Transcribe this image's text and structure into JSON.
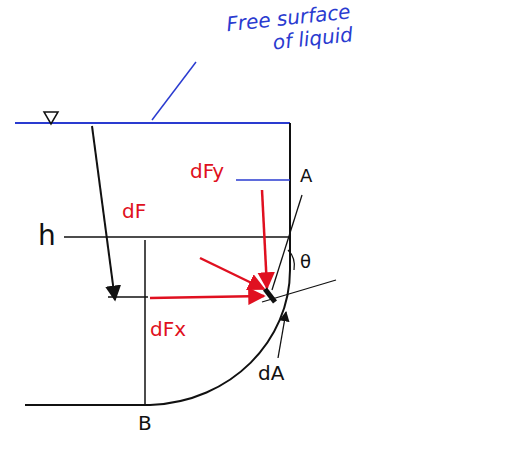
{
  "diagram": {
    "labels": [
      "Free surface of liquid",
      "h",
      "dF",
      "dFy",
      "A",
      "θ",
      "dFx",
      "dA",
      "B"
    ]
  }
}
